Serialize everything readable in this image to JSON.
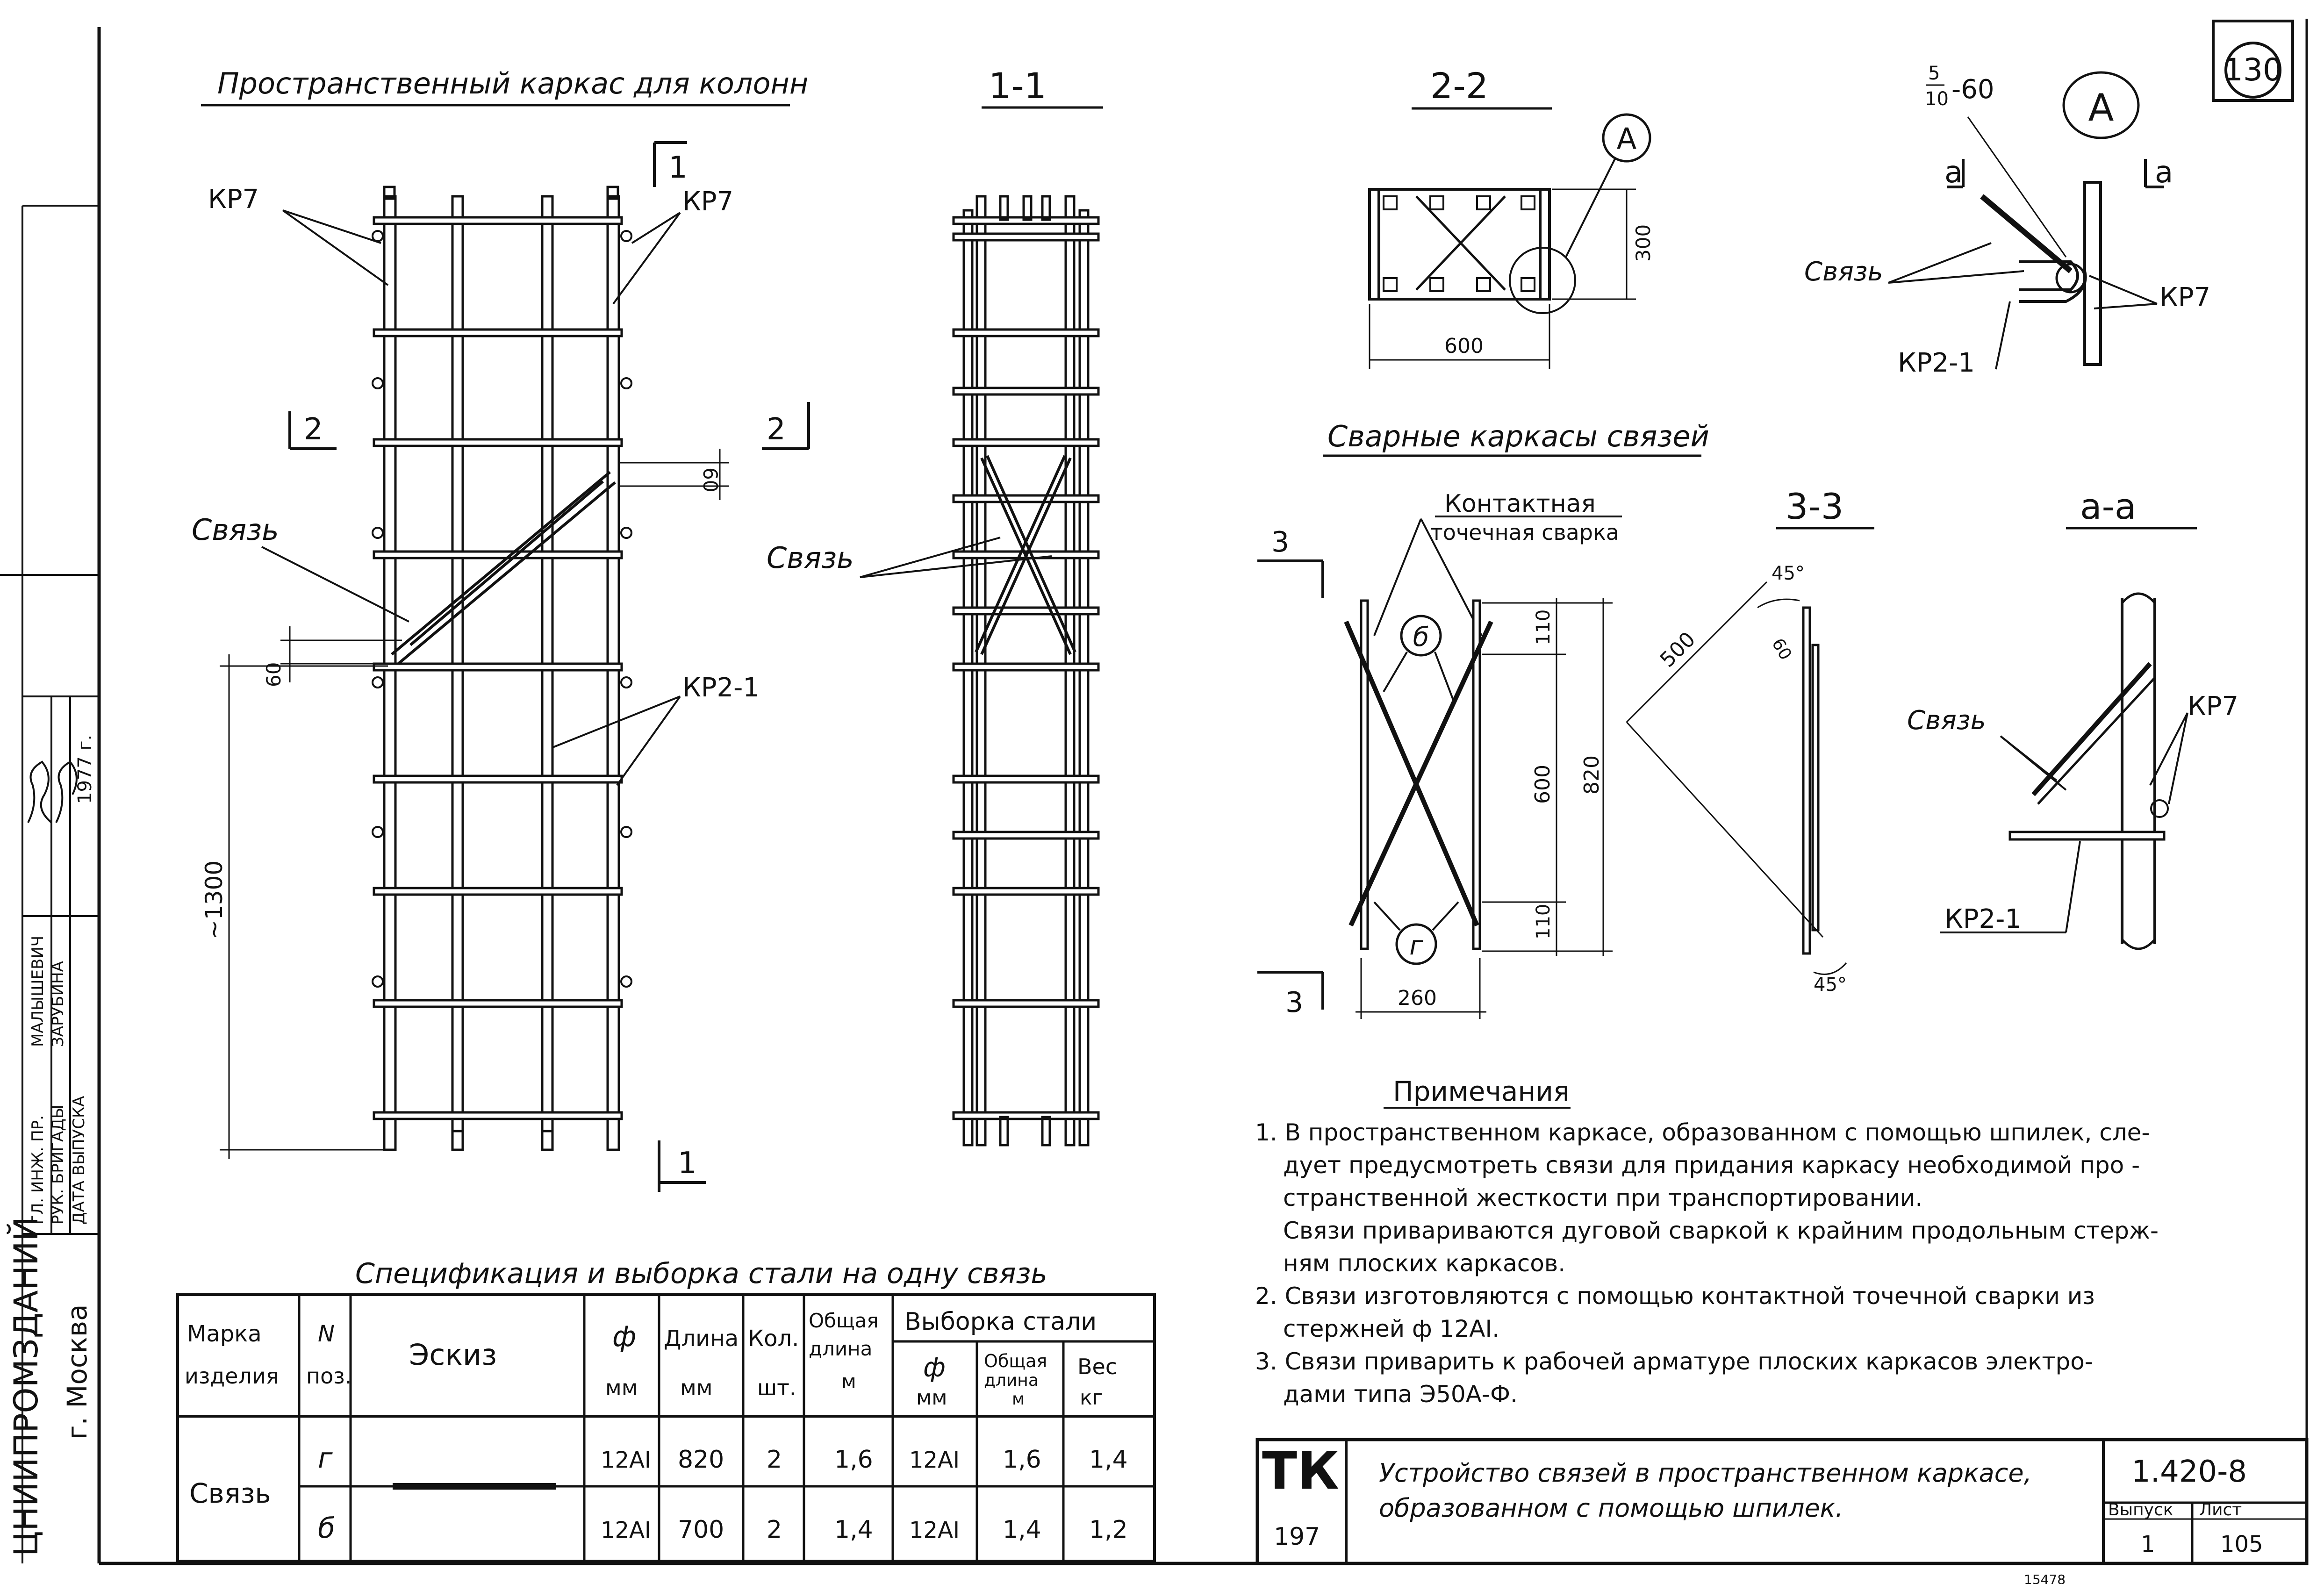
{
  "sheet": {
    "page_badge": "130",
    "stamp_fragment": "15478"
  },
  "side_stamp": {
    "org": "ЦНИИПРОМЗДАНИЙ",
    "city": "г. Москва",
    "rows": [
      {
        "role": "ГЛ. ИНЖ. ПР.",
        "name": "МАЛЫШЕВИЧ"
      },
      {
        "role": "РУК. БРИГАДЫ",
        "name": "ЗАРУБИНА"
      },
      {
        "role": "ДАТА ВЫПУСКА",
        "name": ""
      }
    ],
    "year": "1977 г."
  },
  "views": {
    "main_title": "Пространственный каркас для колонн",
    "section_1_1": "1-1",
    "section_2_2": "2-2",
    "detail_A": "А",
    "cut_1": "1",
    "cut_2": "2",
    "cut_3": "3",
    "cut_a": "а",
    "welded_title": "Сварные каркасы связей",
    "section_3_3": "3-3",
    "section_a_a": "а-а",
    "contact_weld_l1": "Контактная",
    "contact_weld_l2": "точечная сварка",
    "pos_b": "б",
    "pos_g": "г"
  },
  "labels": {
    "kr7": "КР7",
    "kr2_1": "КР2-1",
    "svyaz": "Связь",
    "fraction_num": "5",
    "fraction_den": "10",
    "fraction_rest": "-60"
  },
  "dims": {
    "d60": "60",
    "d1300": "~1300",
    "d600": "600",
    "d300": "300",
    "d110": "110",
    "d820": "820",
    "d260": "260",
    "d500": "500",
    "d45": "45°"
  },
  "notes": {
    "title": "Примечания",
    "lines": [
      "1.  В пространственном каркасе, образованном с помощью шпилек, сле-",
      "дует предусмотреть связи для придания каркасу необходимой про -",
      "странственной жесткости при транспортировании.",
      "Связи привариваются дуговой сваркой к крайним продольным стерж-",
      "ням плоских каркасов.",
      "2.  Связи изготовляются с помощью контактной точечной сварки из",
      "стержней ф 12АI.",
      "3.  Связи приварить к рабочей арматуре плоских каркасов электро-",
      "дами типа Э50А-Ф."
    ]
  },
  "spec": {
    "title": "Спецификация и выборка стали на одну связь",
    "headers": {
      "marka_1": "Марка",
      "marka_2": "изделия",
      "pos_1": "N",
      "pos_2": "поз.",
      "sketch": "Эскиз",
      "phi_1": "ф",
      "phi_2": "мм",
      "len_1": "Длина",
      "len_2": "мм",
      "qty_1": "Кол.",
      "qty_2": "шт.",
      "total_1": "Общая",
      "total_2": "длина",
      "total_3": "м",
      "select": "Выборка стали",
      "s_phi_1": "ф",
      "s_phi_2": "мм",
      "s_total_1": "Общая",
      "s_total_2": "длина",
      "s_total_3": "м",
      "weight_1": "Вес",
      "weight_2": "кг"
    },
    "item": "Связь",
    "rows": [
      {
        "pos": "г",
        "phi": "12АI",
        "len": "820",
        "qty": "2",
        "total": "1,6",
        "s_phi": "12АI",
        "s_total": "1,6",
        "weight": "1,4"
      },
      {
        "pos": "б",
        "phi": "12АI",
        "len": "700",
        "qty": "2",
        "total": "1,4",
        "s_phi": "12АI",
        "s_total": "1,4",
        "weight": "1,2"
      }
    ]
  },
  "title_block": {
    "tk": "ТК",
    "tk_num": "197",
    "title_l1": "Устройство связей в пространственном каркасе,",
    "title_l2": "образованном с помощью шпилек.",
    "code": "1.420-8",
    "issue_label": "Выпуск",
    "issue": "1",
    "sheet_label": "Лист",
    "sheet": "105"
  }
}
